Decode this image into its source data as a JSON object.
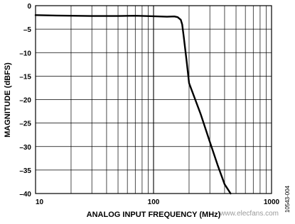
{
  "chart_data": {
    "type": "line",
    "title": "",
    "xlabel": "ANALOG INPUT FREQUENCY (MHz)",
    "ylabel": "MAGNITUDE (dBFS)",
    "xscale": "log",
    "xlim": [
      10,
      1000
    ],
    "ylim": [
      -40,
      0
    ],
    "grid": true,
    "legend": "none",
    "x_ticks": [
      10,
      100,
      1000
    ],
    "x_tick_labels": [
      "10",
      "100",
      "1000"
    ],
    "y_ticks": [
      0,
      -5,
      -10,
      -15,
      -20,
      -25,
      -30,
      -35,
      -40
    ],
    "y_tick_labels": [
      "0",
      "–5",
      "–10",
      "–15",
      "–20",
      "–25",
      "–30",
      "–35",
      "–40"
    ],
    "series": [
      {
        "x": [
          10,
          15,
          20,
          30,
          50,
          70,
          100,
          130,
          150,
          160,
          170,
          175,
          180,
          190,
          200,
          250,
          300,
          350,
          400,
          450
        ],
        "y": [
          -2.0,
          -2.1,
          -2.15,
          -2.2,
          -2.2,
          -2.15,
          -2.25,
          -2.35,
          -2.3,
          -2.45,
          -3.0,
          -4.0,
          -6.5,
          -11.5,
          -16.5,
          -23.0,
          -29.0,
          -34.0,
          -38.0,
          -40.0
        ]
      }
    ],
    "line_color": "#000000",
    "grid_color": "#000000"
  },
  "figure_code": "10543-004",
  "watermark": "www.elecfans.com"
}
